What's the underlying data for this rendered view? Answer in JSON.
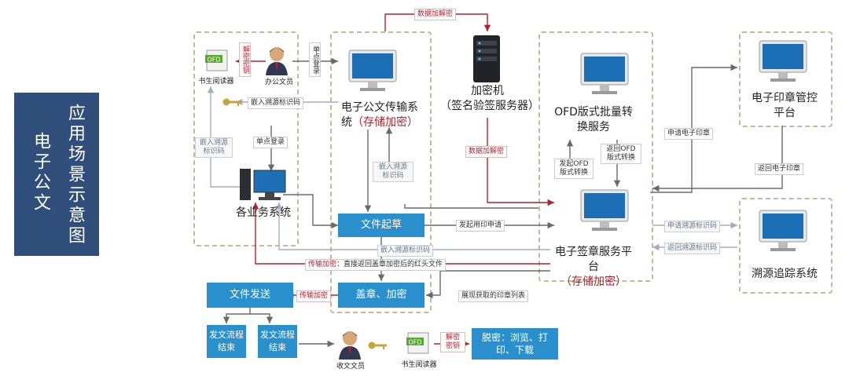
{
  "title": {
    "line1": "应用场景示意图",
    "line2": "电子公文"
  },
  "nodes": {
    "ofd_reader_top": "书生阅读器",
    "officer": "办公文员",
    "transfer_system": {
      "main": "电子公文传输系统",
      "red": "（存储加密）"
    },
    "crypto_machine": {
      "name": "加密机",
      "sub": "（签名验签服务器）"
    },
    "ofd_batch": "OFD版式批量转换服务",
    "seal_control": "电子印章管控平台",
    "business_systems": "各业务系统",
    "draft": "文件起草",
    "seal_encrypt": "盖章、加密",
    "sign_platform": {
      "main": "电子签章服务平台",
      "red": "（存储加密）"
    },
    "trace_system": "溯源追踪系统",
    "send": "文件发送",
    "flow_end_1": "发文流程结束",
    "flow_end_2": "发文流程结束",
    "receiver": "收文文员",
    "ofd_reader_bottom": "书生阅读器",
    "decrypt_view": "脱密：浏览、打印、下载",
    "ofd_icon_text": "OFD"
  },
  "labels": {
    "data_encdec_top": "数据加解密",
    "decrypt_key_top": "解密密钥",
    "sso_1": "单点登录",
    "embed_trace_top": "嵌入溯源标识码",
    "embed_trace_left": "嵌入溯源标识码",
    "sso_2": "单点登录",
    "data_encdec_mid": "数据加解密",
    "embed_trace_mid": "嵌入溯源标识码",
    "apply_seal": "申请电子印章",
    "return_seal": "返回电子印章",
    "start_ofd": "发起OFD版式转换",
    "return_ofd": "返回OFD版式转换",
    "apply_print": "发起用印申请",
    "apply_trace_code": "申请溯源标识码",
    "return_trace_code": "返回溯源标识码",
    "embed_trace_bottom": "嵌入溯源标识码",
    "transfer_encrypt_label": "传输加密：",
    "transfer_encrypt_text": "直接返回盖章加密后的红头文件",
    "show_seal_list": "展现获取的印章列表",
    "transfer_encrypt_2": "传输加密",
    "decrypt_key_bottom": "解密密钥"
  },
  "colors": {
    "accent": "#2a8fcd",
    "title_bg": "#2f4f7a",
    "red": "#b3222c",
    "dash": "#c7b899",
    "wire": "#6a6a6a"
  }
}
